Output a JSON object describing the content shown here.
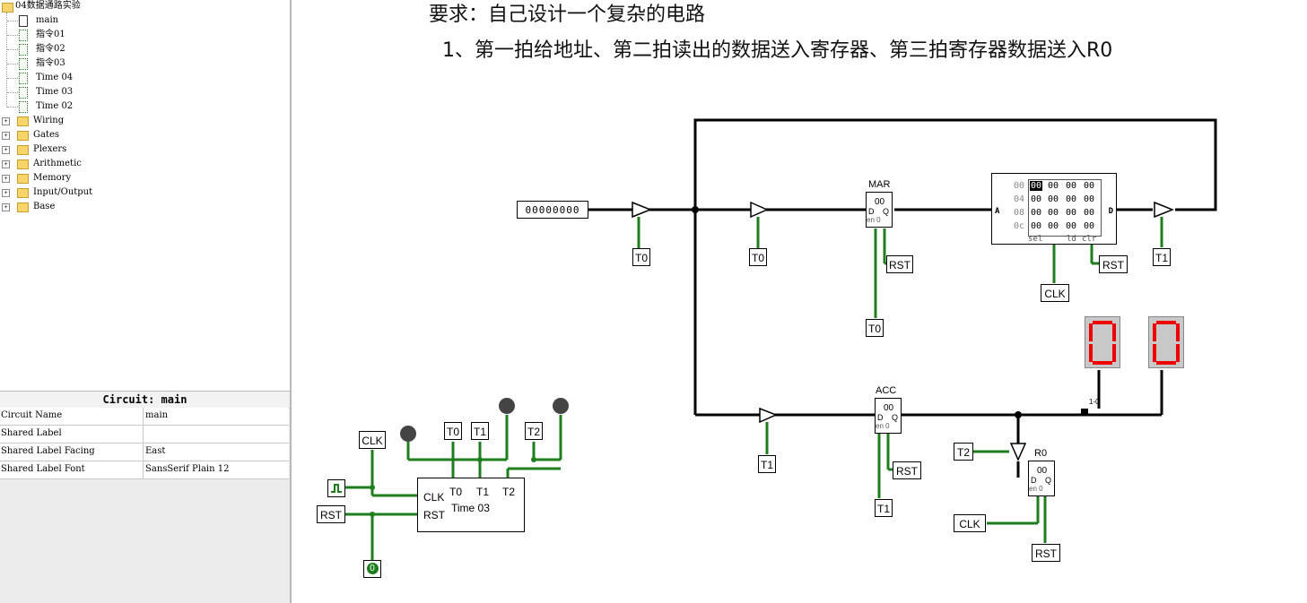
{
  "tree": {
    "project": "04数据通路实验",
    "circuits": [
      "main",
      "指令01",
      "指令02",
      "指令03",
      "Time 04",
      "Time 03",
      "Time 02"
    ],
    "libraries": [
      "Wiring",
      "Gates",
      "Plexers",
      "Arithmetic",
      "Memory",
      "Input/Output",
      "Base"
    ]
  },
  "props": {
    "title": "Circuit: main",
    "rows": [
      {
        "key": "Circuit Name",
        "value": "main"
      },
      {
        "key": "Shared Label",
        "value": ""
      },
      {
        "key": "Shared Label Facing",
        "value": "East"
      },
      {
        "key": "Shared Label Font",
        "value": "SansSerif Plain 12"
      }
    ]
  },
  "canvas": {
    "requirement_title": "要求：自己设计一个复杂的电路",
    "requirement_item": "1、第一拍给地址、第二拍读出的数据送入寄存器、第三拍寄存器数据送入R0",
    "input_pin": "00000000",
    "mar": {
      "name": "MAR",
      "value": "00",
      "d": "D",
      "q": "Q",
      "en": "en 0"
    },
    "acc": {
      "name": "ACC",
      "value": "00",
      "d": "D",
      "q": "Q",
      "en": "en 0"
    },
    "r0": {
      "name": "R0",
      "value": "00",
      "d": "D",
      "q": "Q",
      "en": "en 0"
    },
    "ram": {
      "addresses": [
        "00",
        "04",
        "08",
        "0c"
      ],
      "rows": [
        [
          "00",
          "00",
          "00",
          "00"
        ],
        [
          "00",
          "00",
          "00",
          "00"
        ],
        [
          "00",
          "00",
          "00",
          "00"
        ],
        [
          "00",
          "00",
          "00",
          "00"
        ]
      ],
      "a_label": "A",
      "d_label": "D",
      "sel": "sel",
      "ld": "ld",
      "clr": "clr"
    },
    "tunnels": {
      "t0_a": "T0",
      "t0_b": "T0",
      "t0_c": "T0",
      "t1_a": "T1",
      "t1_b": "T1",
      "t1_c": "T1",
      "rst_mar": "RST",
      "rst_ram": "RST",
      "rst_acc": "RST",
      "rst_r0": "RST",
      "clk_ram": "CLK",
      "clk_r0": "CLK",
      "t2_r0": "T2",
      "clk_timer": "CLK",
      "rst_timer": "RST",
      "t0_timer": "T0",
      "t1_timer": "T1",
      "t2_timer": "T2"
    },
    "timer": {
      "name": "Time 03",
      "clk": "CLK",
      "rst": "RST",
      "t0": "T0",
      "t1": "T1",
      "t2": "T2"
    },
    "constant": "0",
    "splitter_label": "1-0",
    "digits": [
      "0",
      "0"
    ],
    "colors": {
      "wire_active": "#1e7e1e",
      "wire_bus": "#000000",
      "led_on": "#ee0000",
      "led_off": "#c8c8c8",
      "probe": "#444444"
    }
  }
}
